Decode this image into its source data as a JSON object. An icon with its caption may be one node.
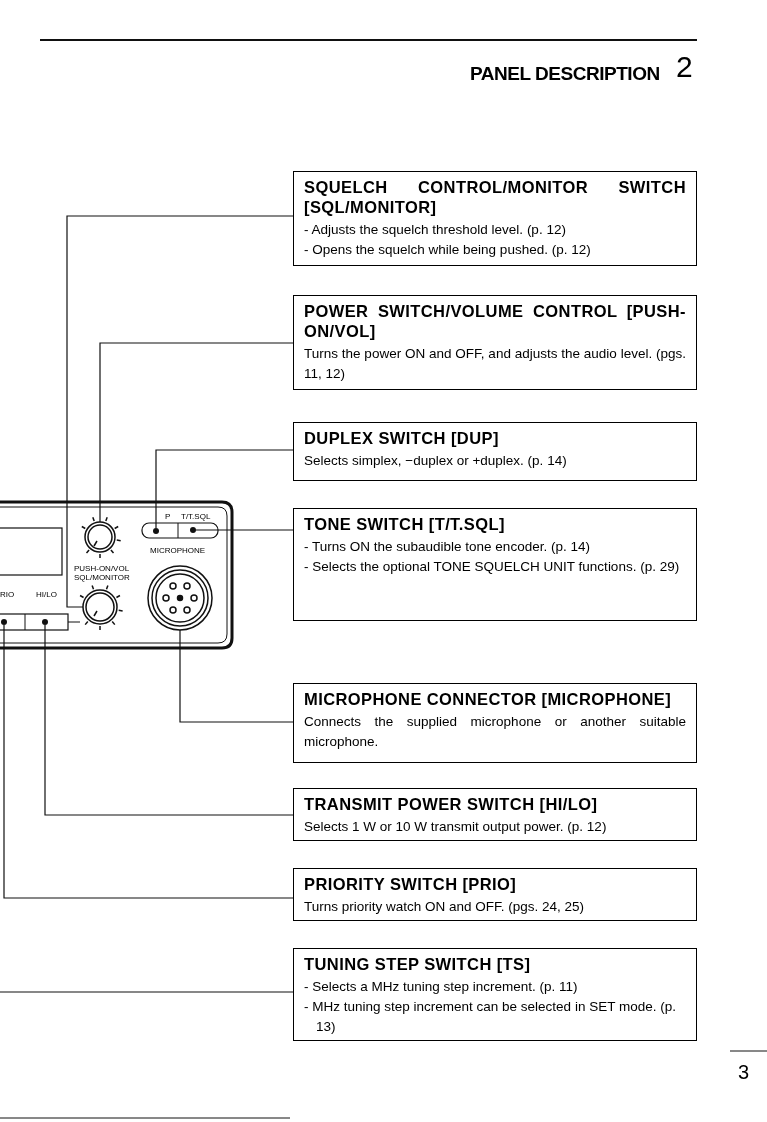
{
  "diagram": {
    "title": "PANEL DESCRIPTION",
    "nodes": [
      {
        "text": [
          "SQUELCH CONTROL/MONITOR SWITCH [SQL/MONITOR]",
          "- Adjusts the squelch threshold level. (p. 12)",
          "- Opens the squelch while being pushed. (p. 12)"
        ]
      },
      {
        "text": [
          "POWER SWITCH/VOLUME CONTROL [PUSH-ON/VOL]",
          "Turns the power ON and OFF, and adjusts the audio level. (pgs. 11, 12)"
        ]
      },
      {
        "text": [
          "DUPLEX SWITCH [DUP]",
          "Selects simplex, −duplex or +duplex. (p. 14)"
        ]
      },
      {
        "text": [
          "TONE SWITCH [T/T.SQL]",
          "- Turns ON the subaudible tone encoder. (p. 14)",
          "- Selects the optional TONE SQUELCH UNIT functions. (p. 29)"
        ]
      },
      {
        "text": [
          "MICROPHONE CONNECTOR [MICROPHONE]",
          "Connects the supplied microphone or another suitable microphone."
        ]
      },
      {
        "text": [
          "TRANSMIT POWER SWITCH [HI/LO]",
          "Selects 1 W or 10 W transmit output power. (p. 12)"
        ]
      },
      {
        "text": [
          "PRIORITY SWITCH [PRIO]",
          "Turns priority watch ON and OFF. (pgs. 24, 25)"
        ]
      },
      {
        "text": [
          "TUNING STEP SWITCH [TS]",
          "- Selects a MHz tuning step increment. (p. 11)",
          "- MHz tuning step increment can be selected in SET mode. (p. 13)"
        ]
      },
      {
        "text": [],
        "shape": "circle"
      },
      {
        "text": [],
        "shape": "circle"
      },
      {
        "text": [],
        "shape": "circle"
      },
      {
        "text": [],
        "shape": "circle"
      },
      {
        "text": [],
        "shape": "circle"
      },
      {
        "text": [],
        "shape": "circle"
      },
      {
        "text": [],
        "shape": "circle"
      }
    ],
    "edges": [
      {
        "from": 0,
        "to": 10,
        "arrow": "none"
      },
      {
        "from": 1,
        "to": 8,
        "arrow": "none"
      },
      {
        "from": 2,
        "to": 9,
        "arrow": "none"
      },
      {
        "from": 3,
        "to": 11,
        "arrow": "none"
      },
      {
        "from": 4,
        "to": 12,
        "arrow": "none"
      },
      {
        "from": 5,
        "to": 14,
        "arrow": "none"
      },
      {
        "from": 6,
        "to": 13,
        "arrow": "none"
      },
      {
        "from": 7,
        "to": null,
        "arrow": "none"
      }
    ],
    "labels": [
      "2",
      "P",
      "T/T.SQL",
      "MICROPHONE",
      "PUSH-ON/VOL",
      "SQL/MONITOR",
      "RIO",
      "HI/LO",
      "3"
    ]
  }
}
